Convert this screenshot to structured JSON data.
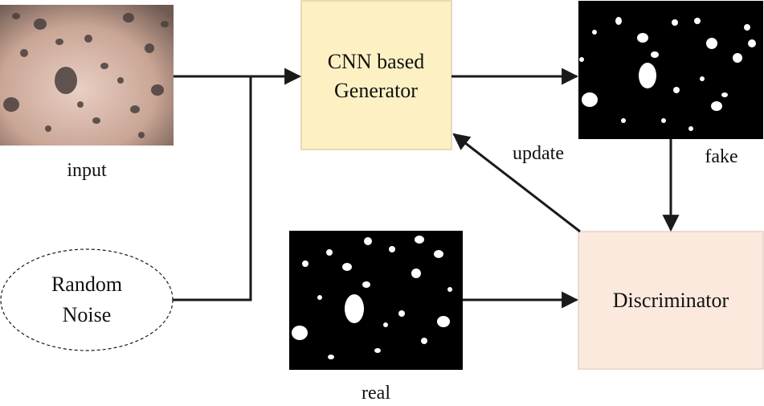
{
  "generator": {
    "line1": "CNN based",
    "line2": "Generator",
    "color": "#FDF1C4"
  },
  "discriminator": {
    "label": "Discriminator",
    "color": "#FBE9DD"
  },
  "noise": {
    "line1": "Random",
    "line2": "Noise"
  },
  "images": {
    "input_label": "input",
    "fake_label": "fake",
    "real_label": "real"
  },
  "edges": {
    "update_label": "update"
  },
  "colors": {
    "stroke": "#1a1a1a",
    "input_bg": "#c9a595",
    "mask_bg": "#000000",
    "blob": "#ffffff",
    "box_border": "#e2cfa8"
  }
}
